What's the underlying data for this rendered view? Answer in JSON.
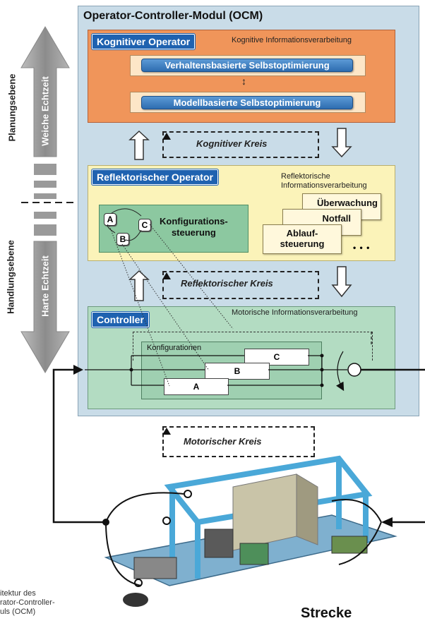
{
  "ocm": {
    "title": "Operator-Controller-Modul (OCM)",
    "kognitiv": {
      "tag": "Kognitiver Operator",
      "info": "Kognitive Informationsverarbeitung",
      "opt1": "Verhaltensbasierte Selbstoptimierung",
      "opt2": "Modellbasierte Selbstoptimierung"
    },
    "reflektorisch": {
      "tag": "Reflektorischer Operator",
      "info_line1": "Reflektorische",
      "info_line2": "Informationsverarbeitung",
      "konfig_line1": "Konfigurations-",
      "konfig_line2": "steuerung",
      "nodes": [
        "A",
        "B",
        "C"
      ],
      "stack": {
        "ueberwachung": "Überwachung",
        "notfall": "Notfall",
        "ablauf_line1": "Ablauf-",
        "ablauf_line2": "steuerung",
        "more": "• • •"
      }
    },
    "controller": {
      "tag": "Controller",
      "info": "Motorische Informationsverarbeitung",
      "konfigurationen": "Konfigurationen",
      "boxes": [
        "C",
        "B",
        "A"
      ]
    }
  },
  "loops": {
    "kognitiv": "Kognitiver Kreis",
    "reflektorisch": "Reflektorischer  Kreis",
    "motorisch": "Motorischer  Kreis"
  },
  "side": {
    "planungsebene": "Planungsebene",
    "handlungsebene": "Handlungsebene",
    "weiche": "Weiche Echtzeit",
    "harte": "Harte Echtzeit"
  },
  "strecke": "Strecke",
  "caption": {
    "line1": "itektur des",
    "line2": "rator-Controller-",
    "line3": "uls (OCM)"
  }
}
